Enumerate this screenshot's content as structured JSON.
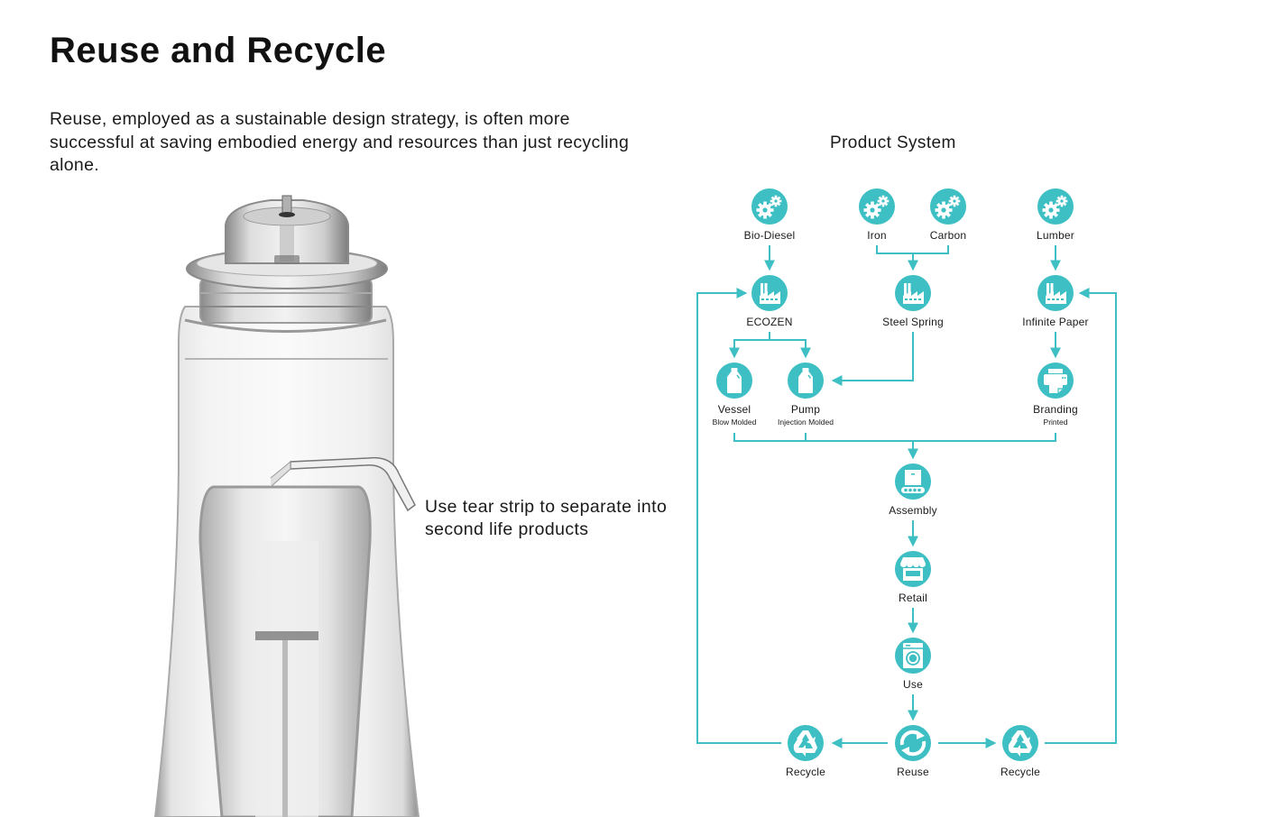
{
  "page": {
    "title": "Reuse and Recycle",
    "intro": "Reuse, employed as a sustainable design strategy, is often more successful at saving embodied energy and resources than just recycling alone.",
    "callout": "Use tear strip to separate into second life products"
  },
  "diagram": {
    "title": "Product System",
    "accent_color": "#3dbfc4",
    "nodes": [
      {
        "id": "bio-diesel",
        "label": "Bio-Diesel",
        "icon": "gears-icon"
      },
      {
        "id": "iron",
        "label": "Iron",
        "icon": "gears-icon"
      },
      {
        "id": "carbon",
        "label": "Carbon",
        "icon": "gears-icon"
      },
      {
        "id": "lumber",
        "label": "Lumber",
        "icon": "gears-icon"
      },
      {
        "id": "ecozen",
        "label": "ECOZEN",
        "icon": "factory-icon"
      },
      {
        "id": "steel-spring",
        "label": "Steel Spring",
        "icon": "factory-icon"
      },
      {
        "id": "infinite-paper",
        "label": "Infinite Paper",
        "icon": "factory-icon"
      },
      {
        "id": "vessel",
        "label": "Vessel",
        "sub": "Blow Molded",
        "icon": "bottle-icon"
      },
      {
        "id": "pump",
        "label": "Pump",
        "sub": "Injection Molded",
        "icon": "bottle-icon"
      },
      {
        "id": "branding",
        "label": "Branding",
        "sub": "Printed",
        "icon": "printer-icon"
      },
      {
        "id": "assembly",
        "label": "Assembly",
        "icon": "conveyor-icon"
      },
      {
        "id": "retail",
        "label": "Retail",
        "icon": "store-icon"
      },
      {
        "id": "use",
        "label": "Use",
        "icon": "washer-icon"
      },
      {
        "id": "recycle-left",
        "label": "Recycle",
        "icon": "recycle-icon"
      },
      {
        "id": "reuse",
        "label": "Reuse",
        "icon": "reuse-icon"
      },
      {
        "id": "recycle-right",
        "label": "Recycle",
        "icon": "recycle-icon"
      }
    ],
    "edges": [
      [
        "bio-diesel",
        "ecozen"
      ],
      [
        "iron",
        "steel-spring"
      ],
      [
        "carbon",
        "steel-spring"
      ],
      [
        "lumber",
        "infinite-paper"
      ],
      [
        "ecozen",
        "vessel"
      ],
      [
        "ecozen",
        "pump"
      ],
      [
        "steel-spring",
        "pump"
      ],
      [
        "infinite-paper",
        "branding"
      ],
      [
        "vessel",
        "assembly"
      ],
      [
        "pump",
        "assembly"
      ],
      [
        "branding",
        "assembly"
      ],
      [
        "assembly",
        "retail"
      ],
      [
        "retail",
        "use"
      ],
      [
        "use",
        "reuse"
      ],
      [
        "reuse",
        "recycle-left"
      ],
      [
        "reuse",
        "recycle-right"
      ],
      [
        "recycle-left",
        "ecozen"
      ],
      [
        "recycle-right",
        "infinite-paper"
      ]
    ]
  }
}
